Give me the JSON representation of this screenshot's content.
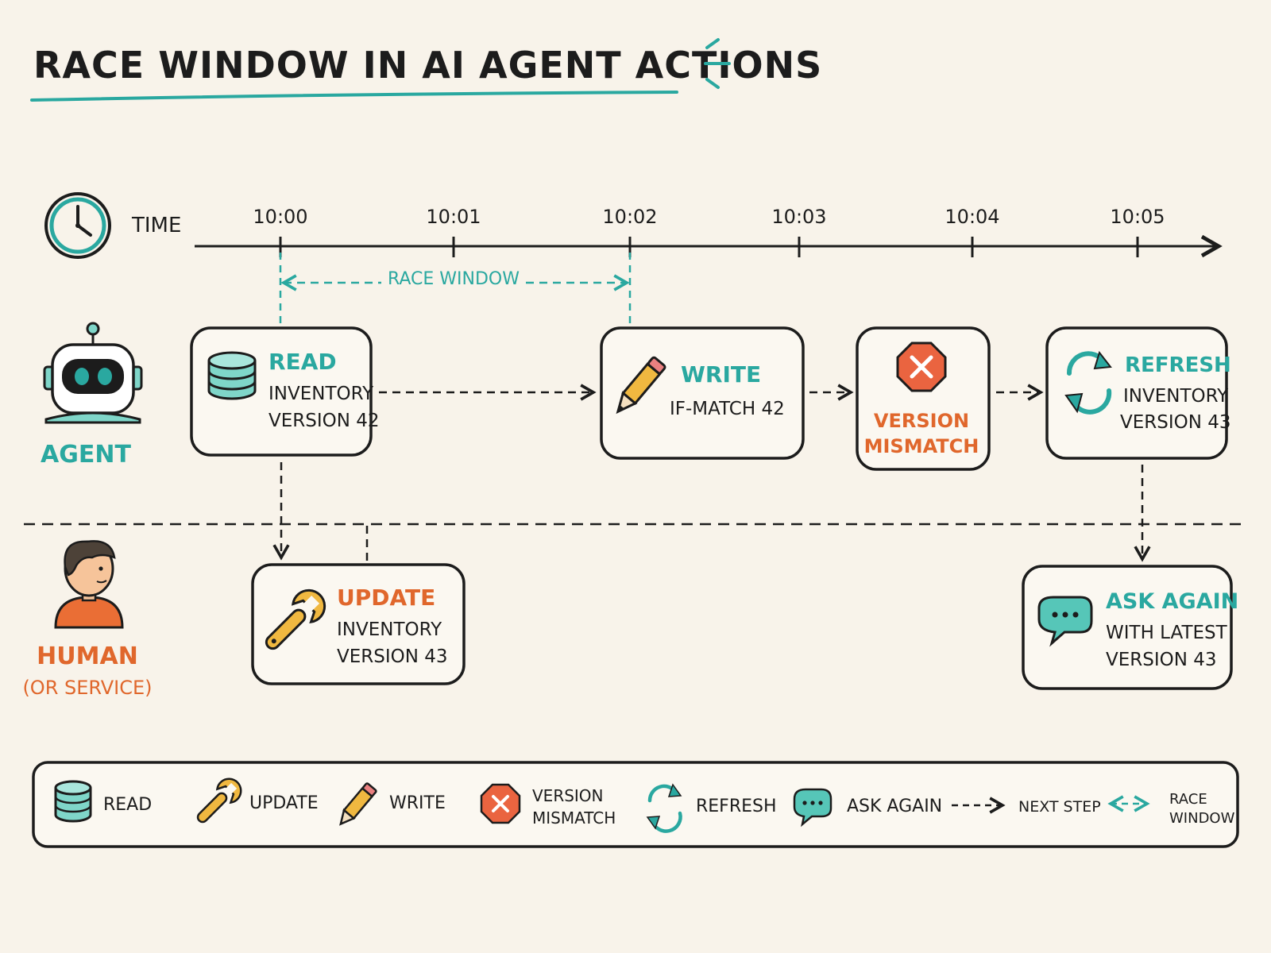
{
  "title": "RACE WINDOW IN AI AGENT ACTIONS",
  "colors": {
    "background": "#f8f3ea",
    "ink": "#1c1c1c",
    "teal": "#2aa8a0",
    "teal_fill": "#7fd6c9",
    "orange": "#e0672c",
    "red": "#ea6440",
    "yellow": "#f0b840"
  },
  "timeline": {
    "label": "TIME",
    "ticks": [
      "10:00",
      "10:01",
      "10:02",
      "10:03",
      "10:04",
      "10:05"
    ],
    "race_window": {
      "label": "RACE WINDOW",
      "from": "10:00",
      "to": "10:02"
    }
  },
  "lanes": {
    "agent": {
      "label": "AGENT",
      "icon": "robot-icon"
    },
    "human": {
      "label": "HUMAN",
      "sublabel": "(OR SERVICE)",
      "icon": "person-icon"
    }
  },
  "steps": {
    "read": {
      "title": "READ",
      "line1": "INVENTORY",
      "line2": "VERSION 42",
      "icon": "database-icon"
    },
    "write": {
      "title": "WRITE",
      "line1": "IF-MATCH 42",
      "icon": "pencil-icon"
    },
    "mismatch": {
      "line1": "VERSION",
      "line2": "MISMATCH",
      "icon": "stop-x-icon"
    },
    "refresh": {
      "title": "REFRESH",
      "line1": "INVENTORY",
      "line2": "VERSION 43",
      "icon": "refresh-icon"
    },
    "update": {
      "title": "UPDATE",
      "line1": "INVENTORY",
      "line2": "VERSION 43",
      "icon": "wrench-icon"
    },
    "ask": {
      "title": "ASK AGAIN",
      "line1": "WITH LATEST",
      "line2": "VERSION 43",
      "icon": "chat-bubble-icon"
    }
  },
  "legend": {
    "read": "READ",
    "update": "UPDATE",
    "write": "WRITE",
    "mismatch_1": "VERSION",
    "mismatch_2": "MISMATCH",
    "refresh": "REFRESH",
    "ask": "ASK AGAIN",
    "next_step": "NEXT STEP",
    "race_1": "RACE",
    "race_2": "WINDOW"
  }
}
